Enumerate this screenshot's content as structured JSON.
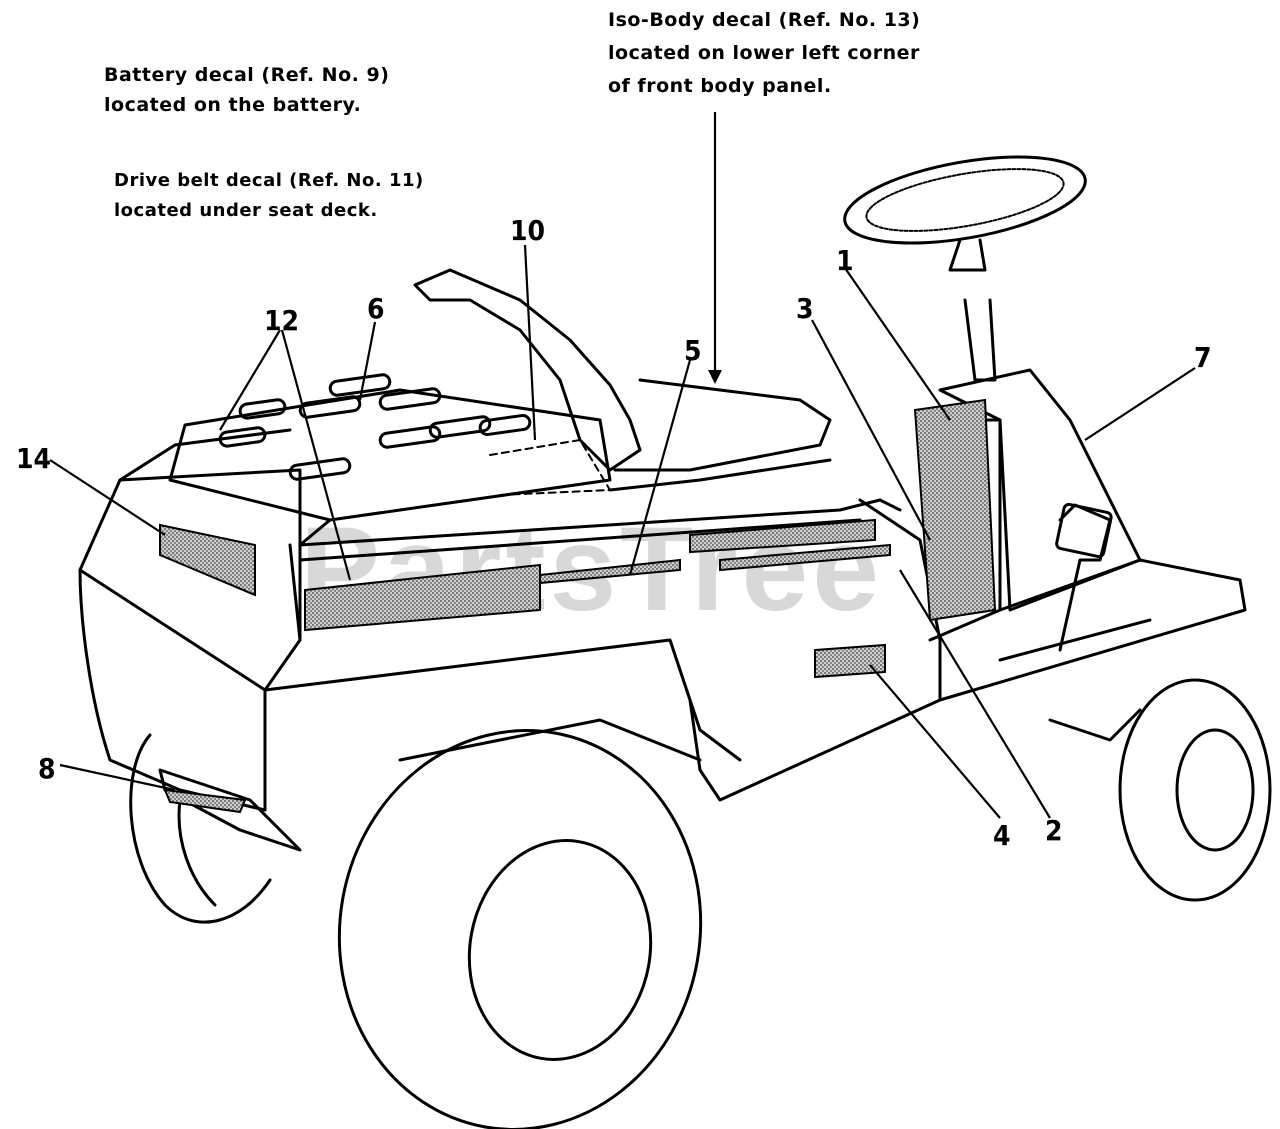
{
  "notes": {
    "battery": {
      "line1": "Battery decal (Ref. No. 9)",
      "line2": "located on the battery."
    },
    "drive_belt": {
      "line1": "Drive belt decal (Ref. No. 11)",
      "line2": "located under seat deck."
    },
    "iso_body": {
      "line1": "Iso-Body decal (Ref. No. 13)",
      "line2": "located on lower left corner",
      "line3": "of front body panel."
    }
  },
  "callouts": {
    "c1": "1",
    "c2": "2",
    "c3": "3",
    "c4": "4",
    "c5": "5",
    "c6": "6",
    "c7": "7",
    "c8": "8",
    "c10": "10",
    "c12": "12",
    "c14": "14"
  },
  "watermark": "PartsTree"
}
